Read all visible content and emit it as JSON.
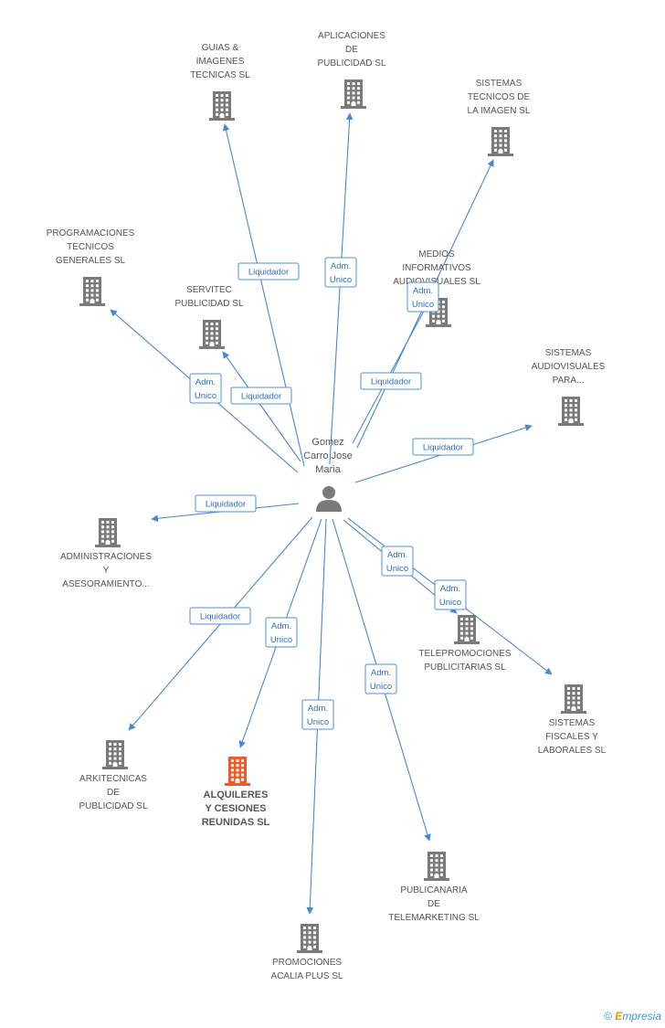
{
  "center": {
    "name_lines": [
      "Gomez",
      "Carro Jose",
      "Maria"
    ]
  },
  "colors": {
    "edge": "#4a86d6",
    "building": "#7a7a7a",
    "highlight": "#f05a28",
    "label_text": "#2f6db5"
  },
  "nodes": [
    {
      "id": "guias",
      "lines": [
        "GUIAS &",
        "IMAGENES",
        "TECNICAS SL"
      ],
      "highlight": false
    },
    {
      "id": "aplicaciones",
      "lines": [
        "APLICACIONES",
        "DE",
        "PUBLICIDAD SL"
      ],
      "highlight": false
    },
    {
      "id": "sistemas_tecnicos",
      "lines": [
        "SISTEMAS",
        "TECNICOS DE",
        "LA IMAGEN SL"
      ],
      "highlight": false
    },
    {
      "id": "programaciones",
      "lines": [
        "PROGRAMACIONES",
        "TECNICOS",
        "GENERALES SL"
      ],
      "highlight": false
    },
    {
      "id": "servitec",
      "lines": [
        "SERVITEC",
        "PUBLICIDAD SL"
      ],
      "highlight": false
    },
    {
      "id": "medios",
      "lines": [
        "MEDIOS",
        "INFORMATIVOS",
        "AUDIOVISUALES SL"
      ],
      "highlight": false
    },
    {
      "id": "sistemas_audiovisuales",
      "lines": [
        "SISTEMAS",
        "AUDIOVISUALES",
        "PARA..."
      ],
      "highlight": false
    },
    {
      "id": "administraciones",
      "lines": [
        "ADMINISTRACIONES",
        "Y",
        "ASESORAMIENTO..."
      ],
      "highlight": false
    },
    {
      "id": "telepromociones",
      "lines": [
        "TELEPROMOCIONES",
        "PUBLICITARIAS SL"
      ],
      "highlight": false
    },
    {
      "id": "sistemas_fiscales",
      "lines": [
        "SISTEMAS",
        "FISCALES Y",
        "LABORALES SL"
      ],
      "highlight": false
    },
    {
      "id": "arkitecnicas",
      "lines": [
        "ARKITECNICAS",
        "DE",
        "PUBLICIDAD SL"
      ],
      "highlight": false
    },
    {
      "id": "alquileres",
      "lines": [
        "ALQUILERES",
        "Y CESIONES",
        "REUNIDAS SL"
      ],
      "highlight": true
    },
    {
      "id": "publicanaria",
      "lines": [
        "PUBLICANARIA",
        "DE",
        "TELEMARKETING SL"
      ],
      "highlight": false
    },
    {
      "id": "promociones",
      "lines": [
        "PROMOCIONES",
        "ACALIA PLUS SL"
      ],
      "highlight": false
    }
  ],
  "relations": [
    {
      "target": "guias",
      "lines": [
        "Liquidador"
      ]
    },
    {
      "target": "aplicaciones",
      "lines": [
        "Adm.",
        "Unico"
      ]
    },
    {
      "target": "sistemas_tecnicos",
      "lines": [
        "Adm.",
        "Unico"
      ]
    },
    {
      "target": "programaciones",
      "lines": [
        "Adm.",
        "Unico"
      ]
    },
    {
      "target": "servitec",
      "lines": [
        "Liquidador"
      ]
    },
    {
      "target": "medios",
      "lines": [
        "Liquidador"
      ]
    },
    {
      "target": "sistemas_audiovisuales",
      "lines": [
        "Liquidador"
      ]
    },
    {
      "target": "administraciones",
      "lines": [
        "Liquidador"
      ]
    },
    {
      "target": "telepromociones",
      "lines": [
        "Adm.",
        "Unico"
      ]
    },
    {
      "target": "sistemas_fiscales",
      "lines": [
        "Adm.",
        "Unico"
      ]
    },
    {
      "target": "arkitecnicas",
      "lines": [
        "Liquidador"
      ]
    },
    {
      "target": "alquileres",
      "lines": [
        "Adm.",
        "Unico"
      ]
    },
    {
      "target": "publicanaria",
      "lines": [
        "Adm.",
        "Unico"
      ]
    },
    {
      "target": "promociones",
      "lines": [
        "Adm.",
        "Unico"
      ]
    }
  ],
  "footer": {
    "copyright": "©",
    "brand_first": "E",
    "brand_rest": "mpresia"
  }
}
